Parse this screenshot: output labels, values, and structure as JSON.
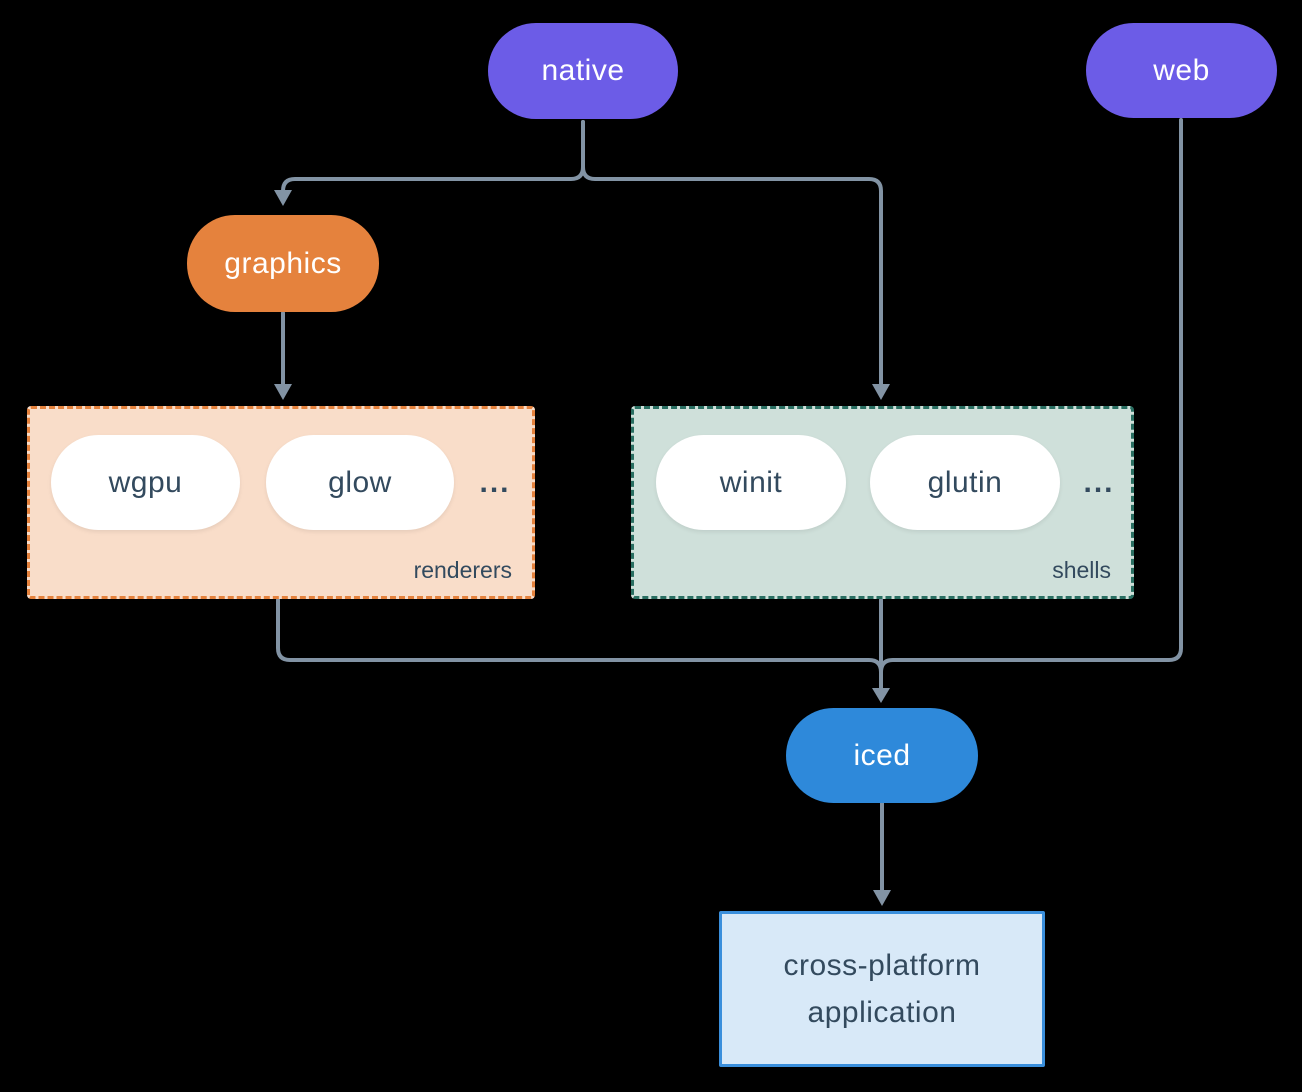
{
  "colors": {
    "bg": "#000000",
    "purple": "#6c5ce7",
    "orange": "#e5823d",
    "peach": "#f9ddc9",
    "teal-fill": "#cfe0da",
    "teal-border": "#2a6f62",
    "blue": "#2e89da",
    "app-fill": "#d8e9f8",
    "app-border": "#3a8fdc",
    "dark-text": "#334a5e",
    "line": "#8293a4",
    "white": "#ffffff"
  },
  "diagram": {
    "nodes": {
      "native": "native",
      "web": "web",
      "graphics": "graphics",
      "iced": "iced"
    },
    "app": {
      "lines": [
        "cross-platform",
        "application"
      ]
    },
    "groups": {
      "renderers": {
        "label": "renderers",
        "items": [
          "wgpu",
          "glow"
        ],
        "ellipsis": "..."
      },
      "shells": {
        "label": "shells",
        "items": [
          "winit",
          "glutin"
        ],
        "ellipsis": "..."
      }
    }
  }
}
